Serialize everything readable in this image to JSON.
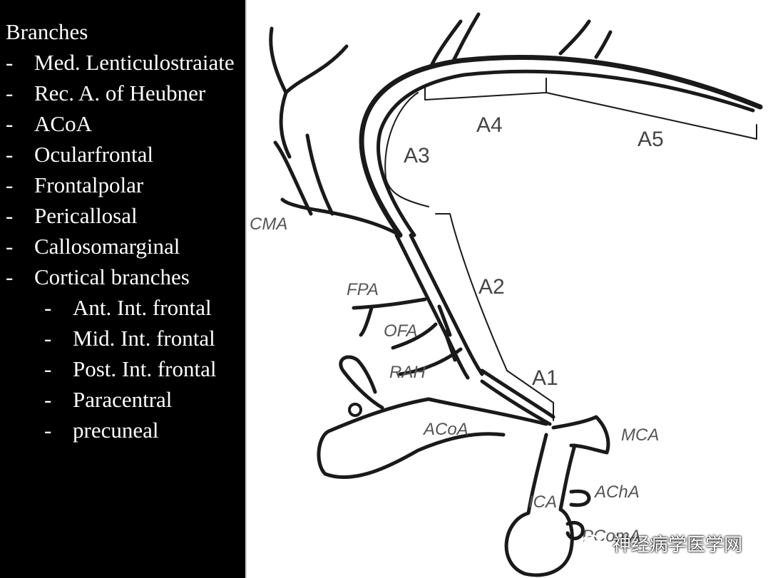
{
  "list": {
    "title": "Branches",
    "items": [
      {
        "dash": "-",
        "text": "Med. Lenticulostraiate",
        "level": 0
      },
      {
        "dash": "-",
        "text": "Rec. A. of Heubner",
        "level": 0
      },
      {
        "dash": "-",
        "text": "ACoA",
        "level": 0
      },
      {
        "dash": "-",
        "text": "Ocularfrontal",
        "level": 0
      },
      {
        "dash": "-",
        "text": "Frontalpolar",
        "level": 0
      },
      {
        "dash": "-",
        "text": "Pericallosal",
        "level": 0
      },
      {
        "dash": "-",
        "text": "Callosomarginal",
        "level": 0
      },
      {
        "dash": "-",
        "text": "Cortical branches",
        "level": 0
      },
      {
        "dash": "-",
        "text": "Ant. Int. frontal",
        "level": 1
      },
      {
        "dash": "-",
        "text": "Mid. Int. frontal",
        "level": 1
      },
      {
        "dash": "-",
        "text": "Post. Int. frontal",
        "level": 1
      },
      {
        "dash": "-",
        "text": "Paracentral",
        "level": 1
      },
      {
        "dash": "-",
        "text": "precuneal",
        "level": 1
      }
    ]
  },
  "diagram": {
    "labels": {
      "a1": "A1",
      "a2": "A2",
      "a3": "A3",
      "a4": "A4",
      "a5": "A5",
      "cma": "CMA",
      "fpa": "FPA",
      "ofa": "OFA",
      "rah": "RAH",
      "acoa": "ACoA",
      "mca": "MCA",
      "ica": "ICA",
      "acha": "AChA",
      "pcoma": "PComA"
    }
  },
  "watermark": {
    "text": "神经病学医学网"
  },
  "colors": {
    "background": "#000000",
    "panel": "#ffffff",
    "ink": "#1a1a1a"
  }
}
